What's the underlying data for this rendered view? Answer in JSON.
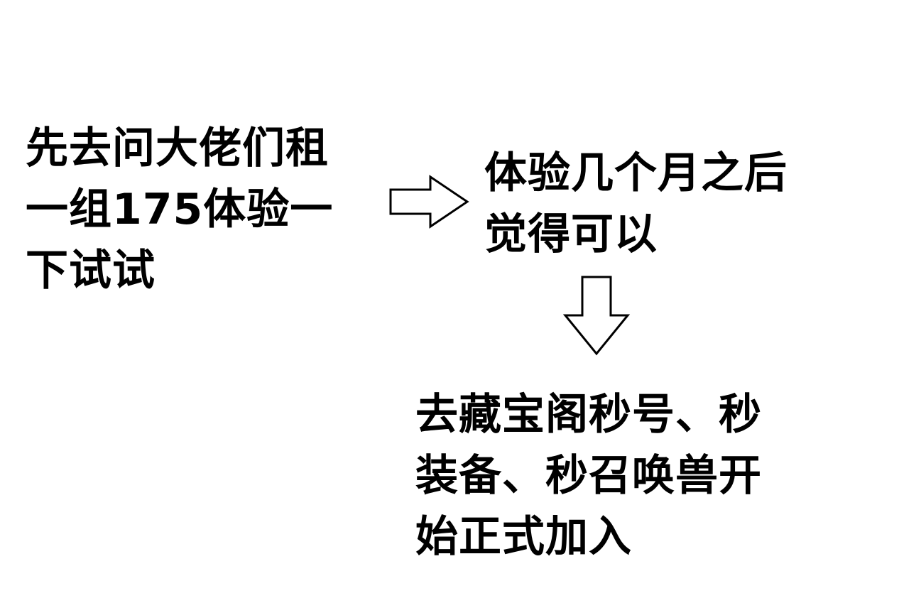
{
  "diagram": {
    "steps": [
      {
        "id": "step-1",
        "lines": [
          "先去问大佬们租",
          "一组175体验一",
          "下试试"
        ]
      },
      {
        "id": "step-2",
        "lines": [
          "体验几个月之后",
          "觉得可以"
        ]
      },
      {
        "id": "step-3",
        "lines": [
          "去藏宝阁秒号、秒",
          "装备、秒召唤兽开",
          "始正式加入"
        ]
      }
    ],
    "arrows": [
      {
        "from": "step-1",
        "to": "step-2",
        "direction": "right",
        "style": "outlined"
      },
      {
        "from": "step-2",
        "to": "step-3",
        "direction": "down",
        "style": "outlined"
      }
    ],
    "colors": {
      "text": "#000000",
      "arrow_stroke": "#000000",
      "arrow_fill": "#ffffff",
      "background": "#ffffff"
    }
  }
}
